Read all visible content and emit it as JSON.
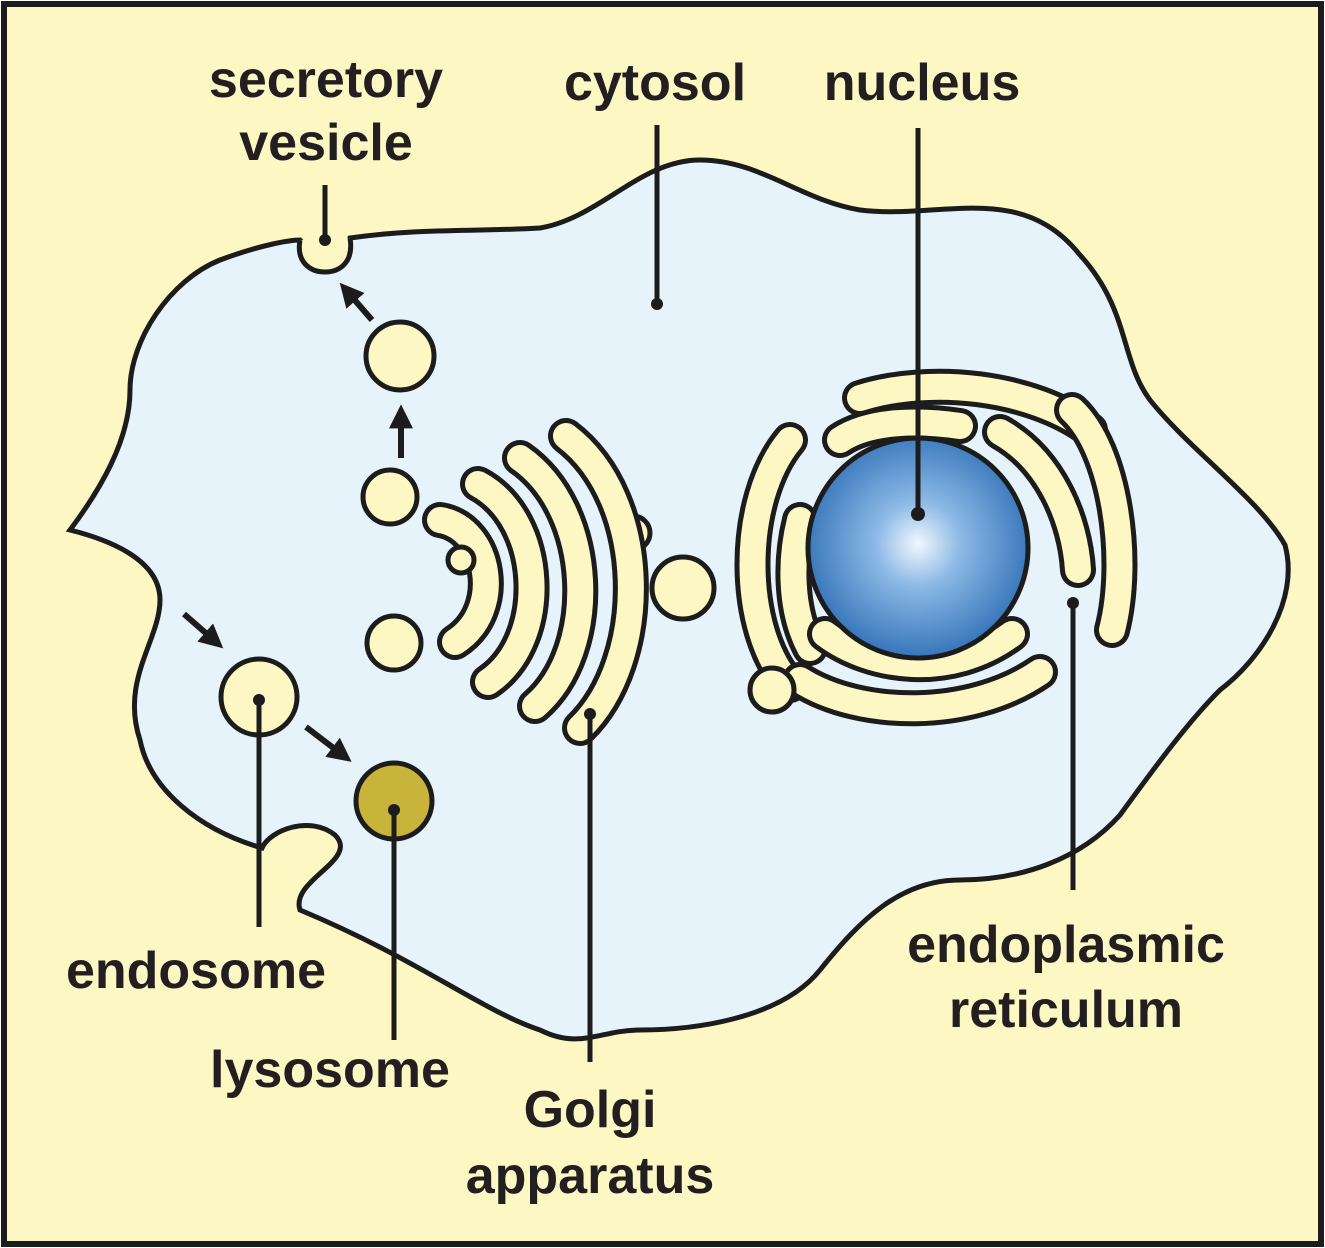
{
  "labels": {
    "secretory_vesicle_line1": "secretory",
    "secretory_vesicle_line2": "vesicle",
    "cytosol": "cytosol",
    "nucleus": "nucleus",
    "endosome": "endosome",
    "lysosome": "lysosome",
    "golgi_line1": "Golgi",
    "golgi_line2": "apparatus",
    "er_line1": "endoplasmic",
    "er_line2": "reticulum"
  },
  "colors": {
    "background": "#fdf7c4",
    "cytosol": "#e6f3fa",
    "membrane_fill": "#fdf7c4",
    "outline": "#1c1c1c",
    "nucleus": "#3a7fc6",
    "lysosome": "#c8b43a",
    "text": "#231f20"
  }
}
